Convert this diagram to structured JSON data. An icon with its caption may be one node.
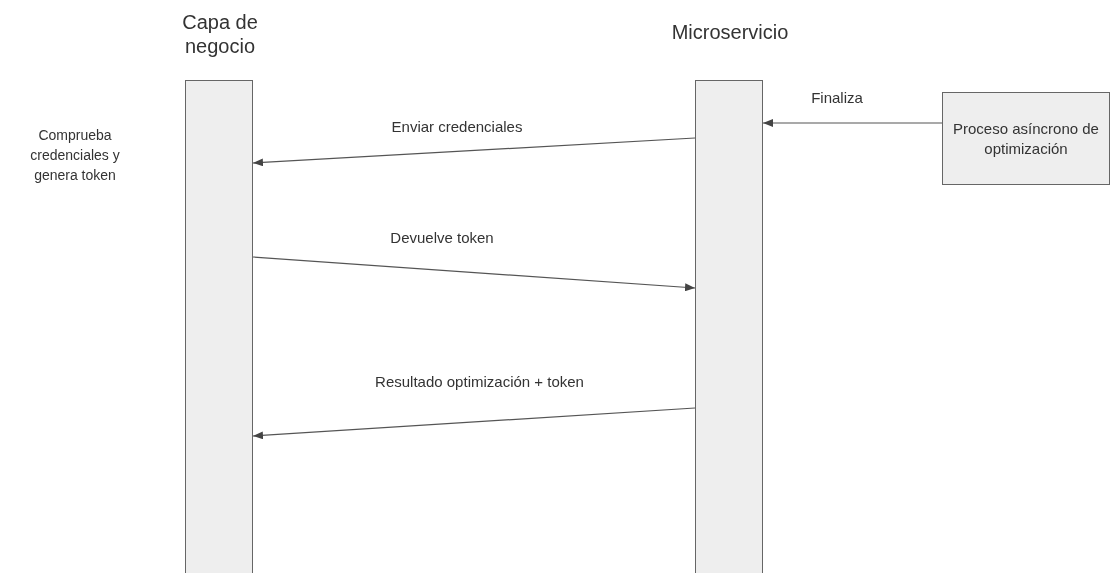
{
  "diagram": {
    "nodes": [
      {
        "text": [
          "Capa de negocio"
        ]
      },
      {
        "text": [
          "Microservicio"
        ]
      },
      {
        "text": [
          "Proceso asíncrono de optimización"
        ]
      }
    ],
    "edges": [
      {
        "from": 2,
        "to": 1,
        "arrow": "to",
        "label": "Finaliza"
      },
      {
        "from": 1,
        "to": 0,
        "arrow": "to",
        "label": "Enviar credenciales"
      },
      {
        "from": 0,
        "to": 1,
        "arrow": "to",
        "label": "Devuelve token"
      },
      {
        "from": 1,
        "to": 0,
        "arrow": "to",
        "label": "Resultado optimización + token"
      }
    ],
    "labels": [
      "Comprueba credenciales y genera token"
    ]
  }
}
